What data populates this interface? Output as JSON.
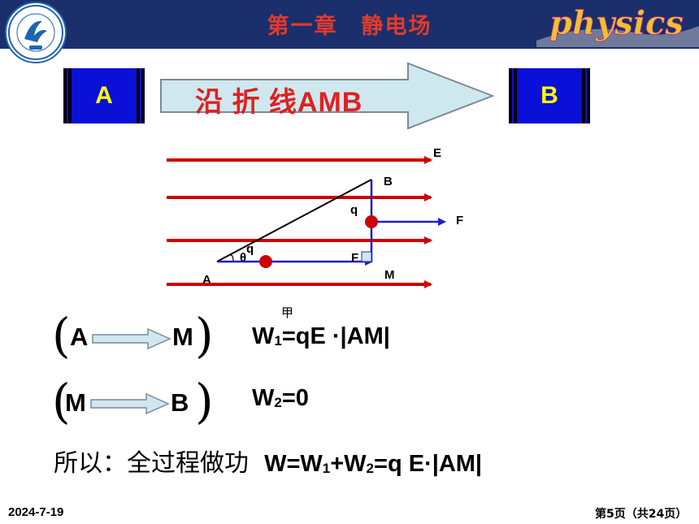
{
  "header": {
    "title": "第一章　静电场",
    "wordmark": "physics",
    "colors": {
      "band": "#1a2f6b",
      "title": "#e23a2c"
    }
  },
  "flow": {
    "start_label": "A",
    "path_label": "沿 折 线AMB",
    "end_label": "B",
    "colors": {
      "box": "#0a10d8",
      "box_text": "#ffff00",
      "arrow_fill": "#cfe8f0",
      "path_text": "#e02020"
    }
  },
  "diagram": {
    "labels": {
      "field": "E",
      "A": "A",
      "B": "B",
      "M": "M",
      "force_upper": "F",
      "force_lower": "F",
      "charge_upper": "q",
      "charge_lower": "q",
      "angle": "θ"
    },
    "caption": "甲",
    "colors": {
      "field_lines": "#cc0000",
      "path": "#2020c0",
      "charge": "#cc0000"
    }
  },
  "steps": [
    {
      "from": "A",
      "to": "M",
      "equation": {
        "lhs": "W",
        "sub": "1",
        "rhs": "=qE ·|AM|"
      }
    },
    {
      "from": "M",
      "to": "B",
      "equation": {
        "lhs": "W",
        "sub": "2",
        "rhs": "=0"
      }
    }
  ],
  "summary": {
    "prefix": "所以：全过程做功",
    "w": "W=W",
    "sub1": "1",
    "plus": "+W",
    "sub2": "2",
    "tail": "=q E·|AM|"
  },
  "footer": {
    "date": "2024-7-19",
    "page": "第5页（共24页）"
  }
}
